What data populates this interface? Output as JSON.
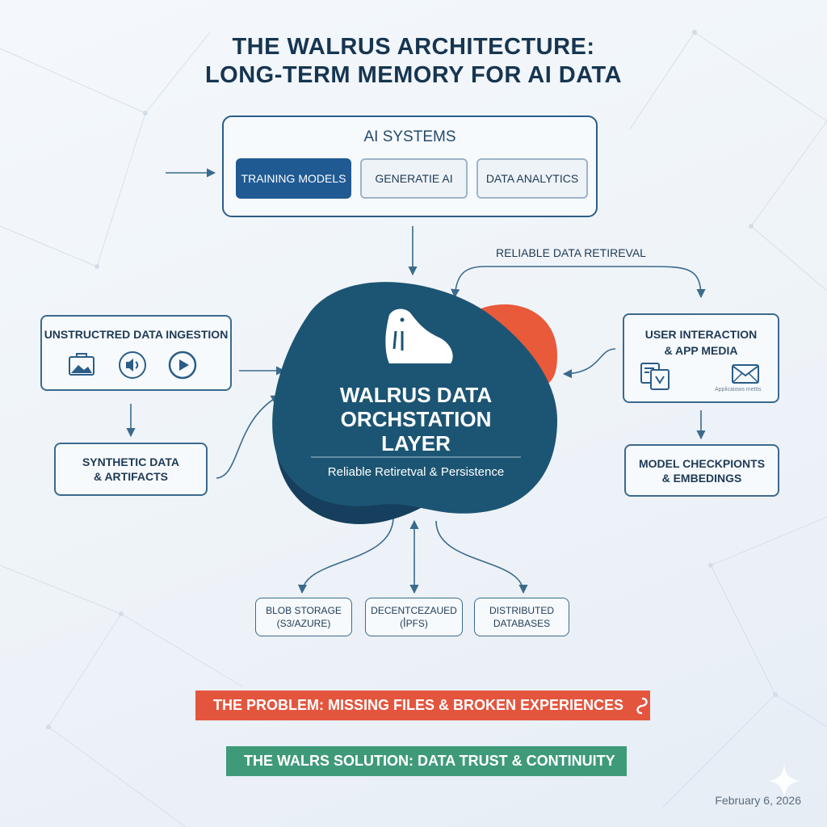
{
  "title": {
    "line1": "THE WALRUS ARCHITECTURE:",
    "line2": "LONG-TERM MEMORY FOR AI DATA"
  },
  "ai_systems": {
    "title": "AI SYSTEMS",
    "buttons": [
      "TRAINING MODELS",
      "GENERATIE AI",
      "DATA ANALYTICS"
    ]
  },
  "retrieval_label": "RELIABLE DATA RETIREVAL",
  "hub": {
    "title_line1": "WALRUS DATA",
    "title_line2": "ORCHSTATION",
    "title_line3": "LAYER",
    "subtitle": "Reliable Retiretval & Persistence"
  },
  "left_boxes": {
    "ingestion": "UNSTRUCTRED DATA INGESTION",
    "synthetic_line1": "SYNTHETIC DATA",
    "synthetic_line2": "& ARTIFACTS"
  },
  "right_boxes": {
    "user_line1": "USER INTERACTION",
    "user_line2": "& APP MEDIA",
    "user_caption": "Applicaiows mettis",
    "checkpoints_line1": "MODEL CHECKPIONTS",
    "checkpoints_line2": "& EMBEDINGS"
  },
  "storage": [
    {
      "line1": "BLOB STORAGE",
      "line2": "(S3/AZURE)"
    },
    {
      "line1": "DECENTCEZAUED",
      "line2": "(ꟾPFS)"
    },
    {
      "line1": "DISTRIBUTED",
      "line2": "DATABASES"
    }
  ],
  "banners": {
    "problem": "THE PROBLEM: MISSING FILES & BROKEN EXPERIENCES",
    "solution": "THE WALRS SOLUTION: DATA TRUST & CONTINUITY"
  },
  "date": "February 6, 2026",
  "colors": {
    "hub": "#1c5573",
    "hub_dark": "#153f5c",
    "accent_orange": "#e85a3a",
    "problem_banner": "#e4553e",
    "solution_banner": "#3f9a7a",
    "active_button": "#1f5a93",
    "line": "#3a6a8c"
  },
  "icons": {
    "ingestion": [
      "image-icon",
      "audio-icon",
      "play-icon"
    ],
    "user_media": [
      "document-icon",
      "mail-icon"
    ],
    "hub": "walrus-icon",
    "problem": "broken-link-icon",
    "corner": "sparkle-icon"
  }
}
